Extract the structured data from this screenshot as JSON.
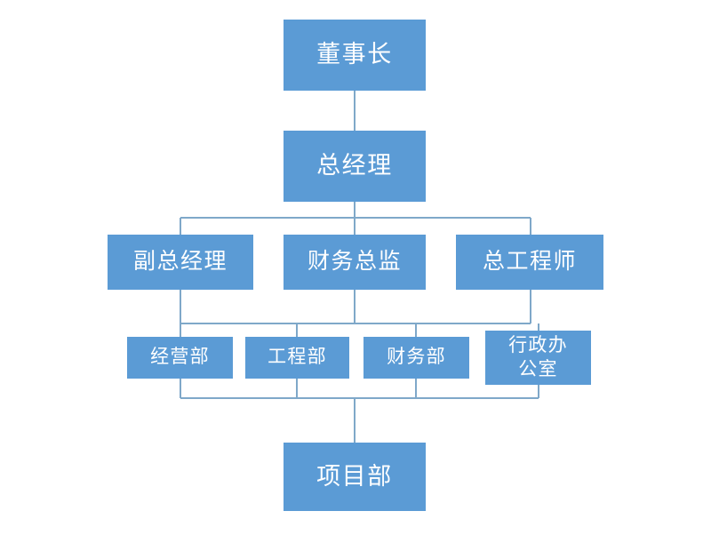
{
  "diagram": {
    "type": "organization-chart",
    "title": "",
    "orientation": "top-down",
    "colors": {
      "node_fill": "#5B9BD5",
      "node_text": "#FFFFFF",
      "connector": "#7FA8C9",
      "background": "#FFFFFF"
    },
    "nodes": {
      "chairman": {
        "label": "董事长",
        "level": 1
      },
      "general_manager": {
        "label": "总经理",
        "level": 2
      },
      "deputy_general_manager": {
        "label": "副总经理",
        "level": 3
      },
      "finance_director": {
        "label": "财务总监",
        "level": 3
      },
      "chief_engineer": {
        "label": "总工程师",
        "level": 3
      },
      "operations_dept": {
        "label": "经营部",
        "level": 4
      },
      "engineering_dept": {
        "label": "工程部",
        "level": 4
      },
      "finance_dept": {
        "label": "财务部",
        "level": 4
      },
      "admin_office": {
        "label": "行政办\n公室",
        "level": 4
      },
      "project_dept": {
        "label": "项目部",
        "level": 5
      }
    },
    "edges": [
      {
        "from": "chairman",
        "to": "general_manager"
      },
      {
        "from": "general_manager",
        "to": "deputy_general_manager"
      },
      {
        "from": "general_manager",
        "to": "finance_director"
      },
      {
        "from": "general_manager",
        "to": "chief_engineer"
      },
      {
        "from": "deputy_general_manager",
        "to": "operations_dept"
      },
      {
        "from": "deputy_general_manager",
        "to": "engineering_dept"
      },
      {
        "from": "finance_director",
        "to": "finance_dept"
      },
      {
        "from": "chief_engineer",
        "to": "admin_office"
      },
      {
        "from": "operations_dept",
        "to": "project_dept"
      },
      {
        "from": "engineering_dept",
        "to": "project_dept"
      },
      {
        "from": "finance_dept",
        "to": "project_dept"
      },
      {
        "from": "admin_office",
        "to": "project_dept"
      }
    ]
  }
}
